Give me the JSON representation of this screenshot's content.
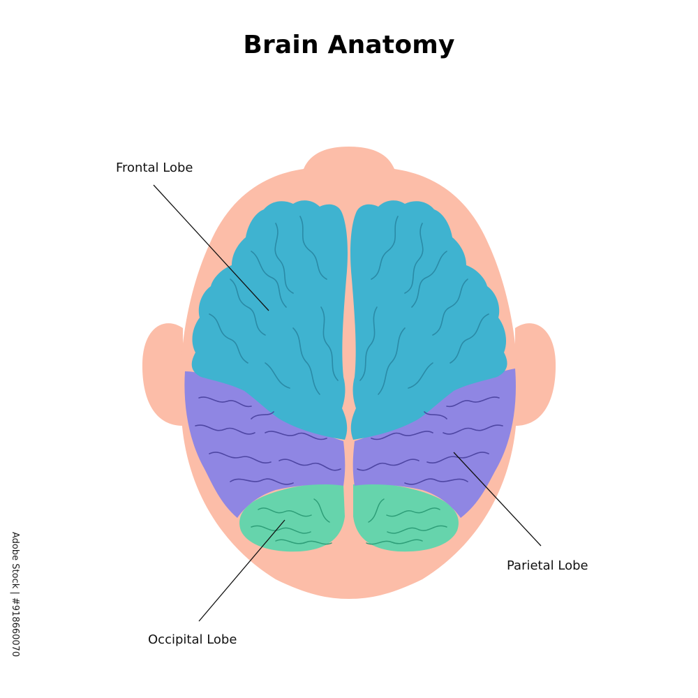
{
  "title": "Brain Anatomy",
  "labels": {
    "frontal": "Frontal Lobe",
    "parietal": "Parietal Lobe",
    "occipital": "Occipital Lobe"
  },
  "side_text": "Adobe Stock | #918660070",
  "watermark_text": "Adobe Stock",
  "colors": {
    "skin": "#FCBDA8",
    "frontal_lobe": "#3FB3D0",
    "parietal_lobe": "#8F86E3",
    "occipital_lobe": "#66D4AC",
    "gyri_frontal": "#2A8AA6",
    "gyri_parietal": "#4E46A3",
    "gyri_occipital": "#2E9E78",
    "leader_line": "#111111"
  }
}
